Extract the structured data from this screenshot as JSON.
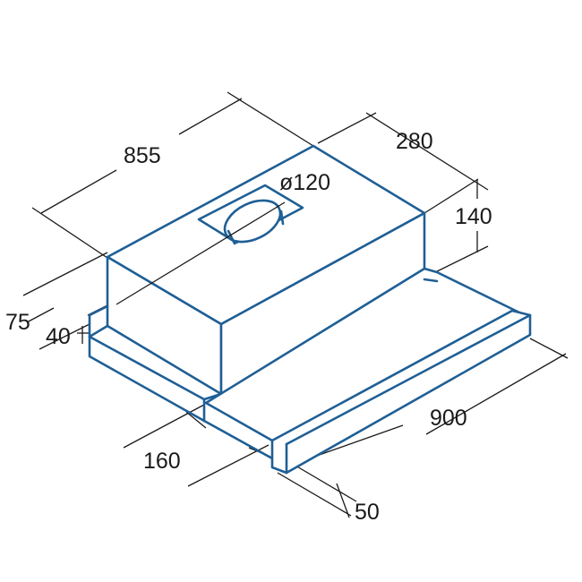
{
  "product": "telescopic cooker hood",
  "colors": {
    "outline": "#1f5f95",
    "dimension_line": "#1a1a1a",
    "background": "#ffffff"
  },
  "dimensions": {
    "top_length": "855",
    "depth": "280",
    "outlet_diameter": "ø120",
    "height": "140",
    "side_total_height": "75",
    "base_height": "40",
    "front_depth": "160",
    "width": "900",
    "front_panel": "50"
  }
}
